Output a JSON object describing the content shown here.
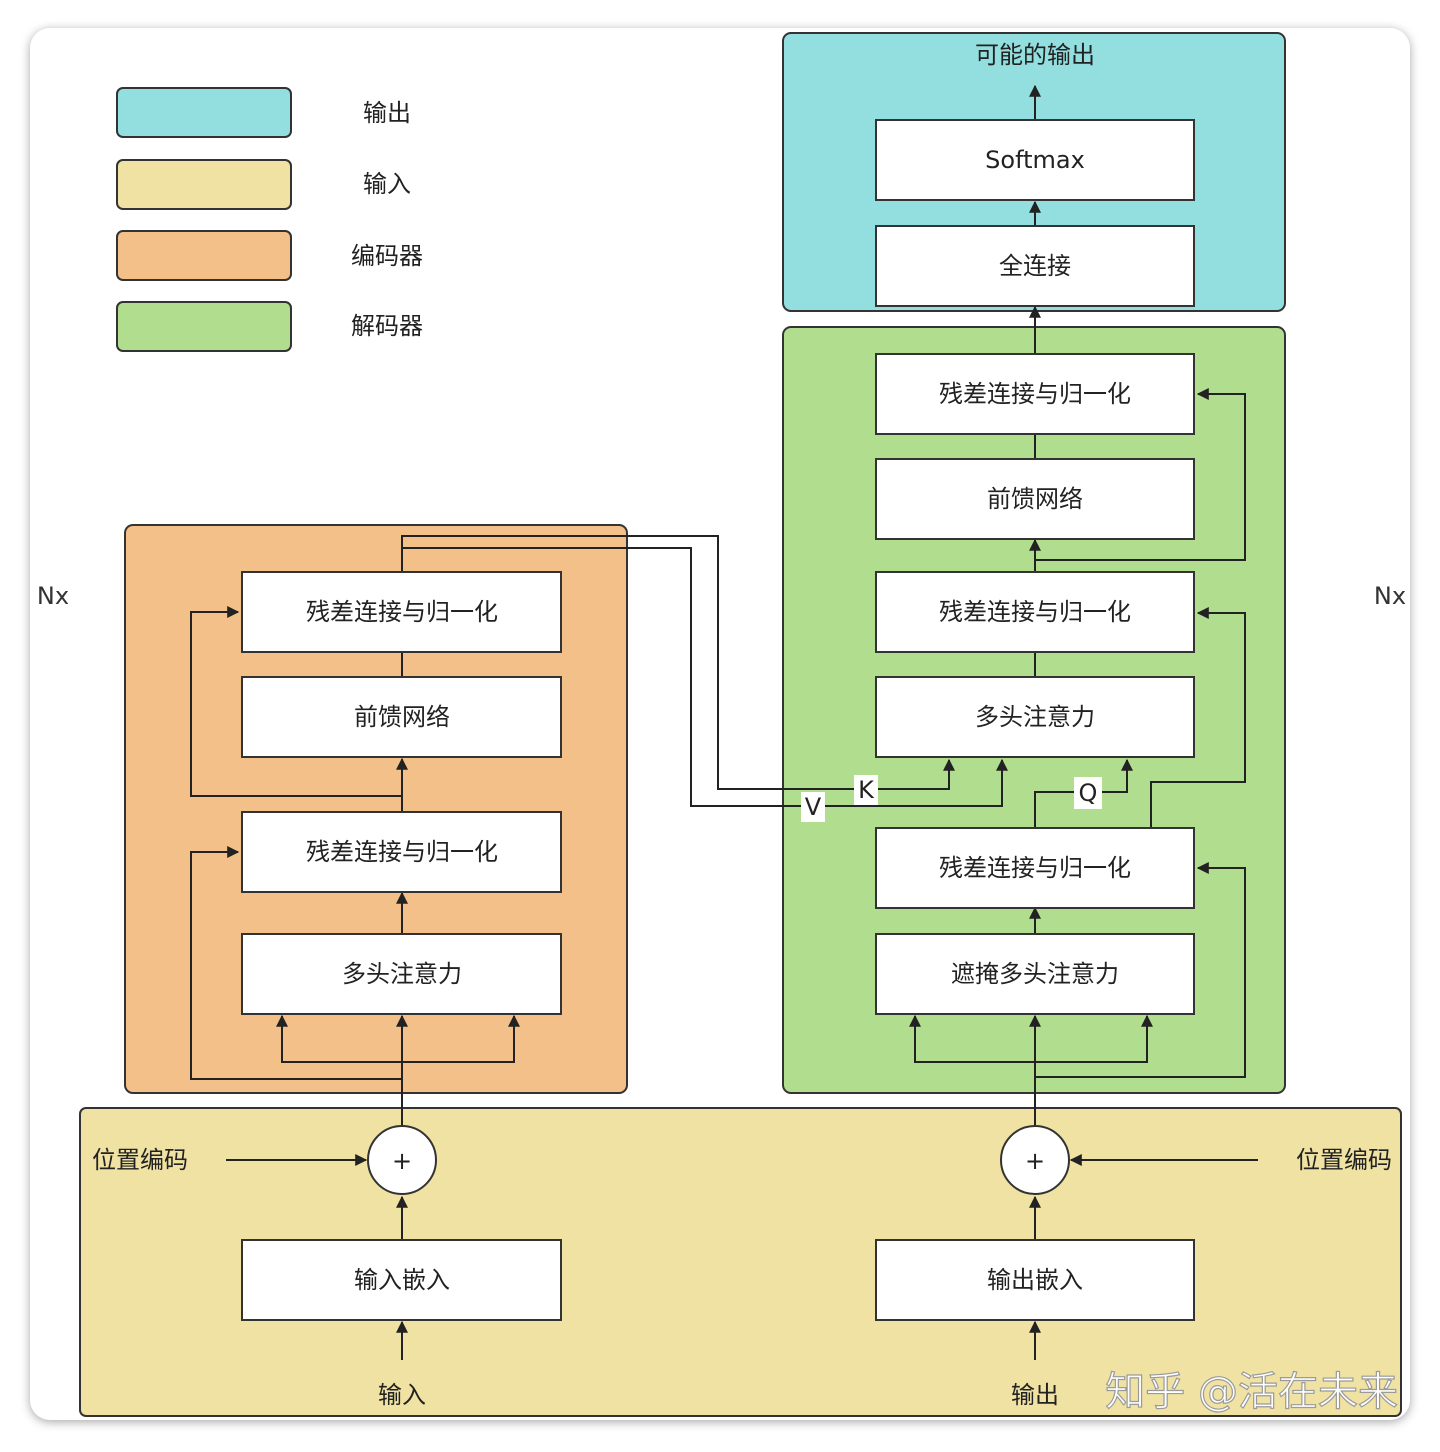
{
  "legend": [
    {
      "label": "输出",
      "color": "#93DEDE"
    },
    {
      "label": "输入",
      "color": "#F0E2A2"
    },
    {
      "label": "编码器",
      "color": "#F3C08A"
    },
    {
      "label": "解码器",
      "color": "#B0DE8E"
    }
  ],
  "output_block": {
    "title": "可能的输出",
    "softmax": "Softmax",
    "fully_connected": "全连接"
  },
  "encoder": {
    "add_norm_top": "残差连接与归一化",
    "feed_forward": "前馈网络",
    "add_norm_bottom": "残差连接与归一化",
    "attention": "多头注意力",
    "repeat_label": "Nx"
  },
  "decoder": {
    "add_norm_top": "残差连接与归一化",
    "feed_forward": "前馈网络",
    "add_norm_middle": "残差连接与归一化",
    "attention": "多头注意力",
    "add_norm_bottom": "残差连接与归一化",
    "masked_attention": "遮掩多头注意力",
    "repeat_label": "Nx"
  },
  "connections": {
    "k_label": "K",
    "v_label": "V",
    "q_label": "Q"
  },
  "input_section": {
    "left_positional": "位置编码",
    "right_positional": "位置编码",
    "plus_symbol": "+",
    "input_embedding": "输入嵌入",
    "output_embedding": "输出嵌入",
    "input_label": "输入",
    "output_label": "输出"
  },
  "watermark": "知乎 @活在未来"
}
